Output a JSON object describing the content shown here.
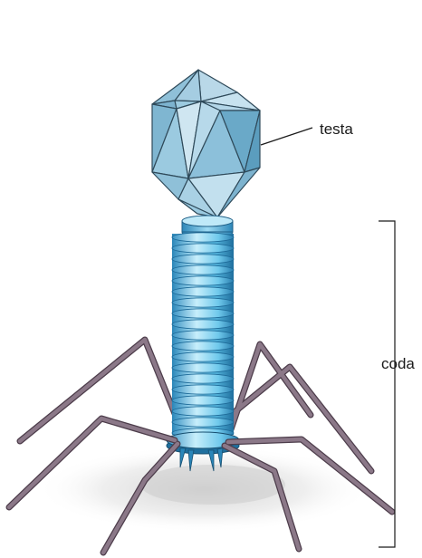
{
  "diagram": {
    "subject": "bacteriophage",
    "labels": {
      "head": "testa",
      "tail": "coda"
    },
    "colors": {
      "capsid_light": "#c9e2ee",
      "capsid_mid": "#9ccbe0",
      "capsid_dark": "#6aa9c8",
      "capsid_edge": "#2f4a5a",
      "tail_light": "#aee3f7",
      "tail_mid": "#5ec1e8",
      "tail_dark": "#2a86b9",
      "fiber": "#8b7888",
      "fiber_dark": "#4d3d4b",
      "shadow": "#d9d9d9",
      "leader_line": "#1a1a1a"
    }
  }
}
